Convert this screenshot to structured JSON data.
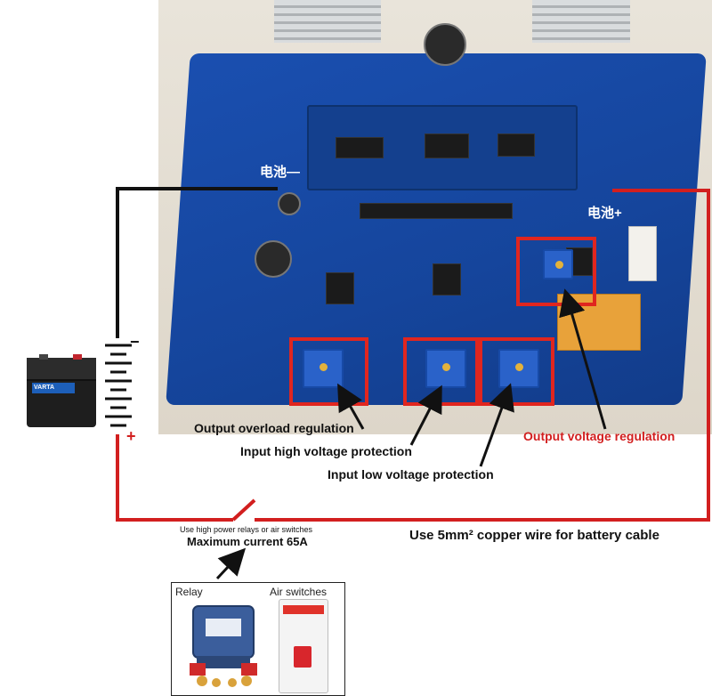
{
  "labels": {
    "output_overload": "Output overload regulation",
    "input_high": "Input high voltage protection",
    "input_low": "Input low voltage protection",
    "output_voltage": "Output voltage regulation",
    "relay_note": "Use high power relays or air switches",
    "max_current": "Maximum current 65A",
    "wire_note": "Use 5mm² copper wire for battery cable",
    "relay": "Relay",
    "air_switches": "Air switches",
    "battery_neg_cn": "电池—",
    "battery_pos_cn": "电池+",
    "battery_brand": "VARTA",
    "minus": "−",
    "plus": "+"
  },
  "colors": {
    "wire_black": "#111111",
    "wire_red": "#d21f1f",
    "box_red": "#e0261f",
    "arrow": "#111111"
  }
}
